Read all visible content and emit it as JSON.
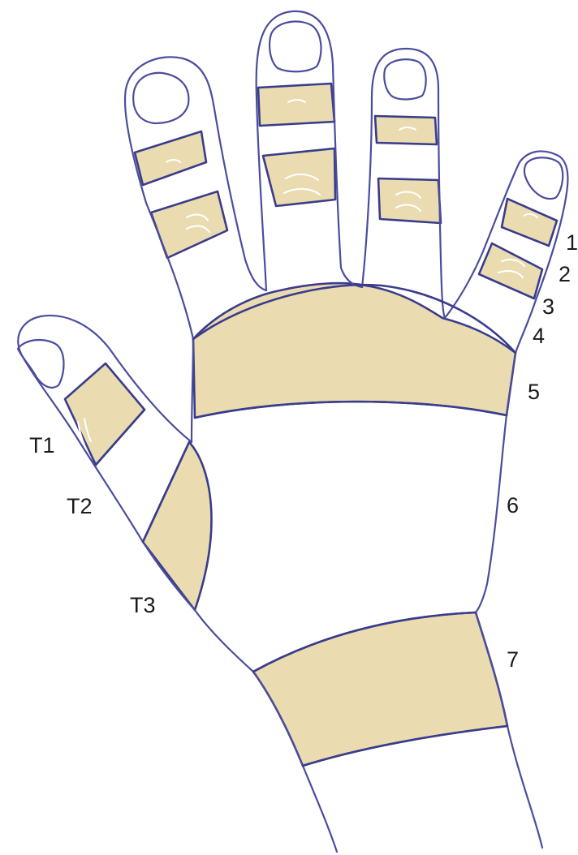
{
  "colors": {
    "zone_fill": "#eadcb0",
    "outline": "#4b4d9c",
    "zone_border": "#3a3c8c",
    "label_text": "#1a1a1a",
    "background": "#ffffff"
  },
  "labels": {
    "finger_zones": [
      "1",
      "2",
      "3",
      "4"
    ],
    "palm_zones": [
      "5",
      "6",
      "7"
    ],
    "thumb_zones": [
      "T1",
      "T2",
      "T3"
    ]
  }
}
